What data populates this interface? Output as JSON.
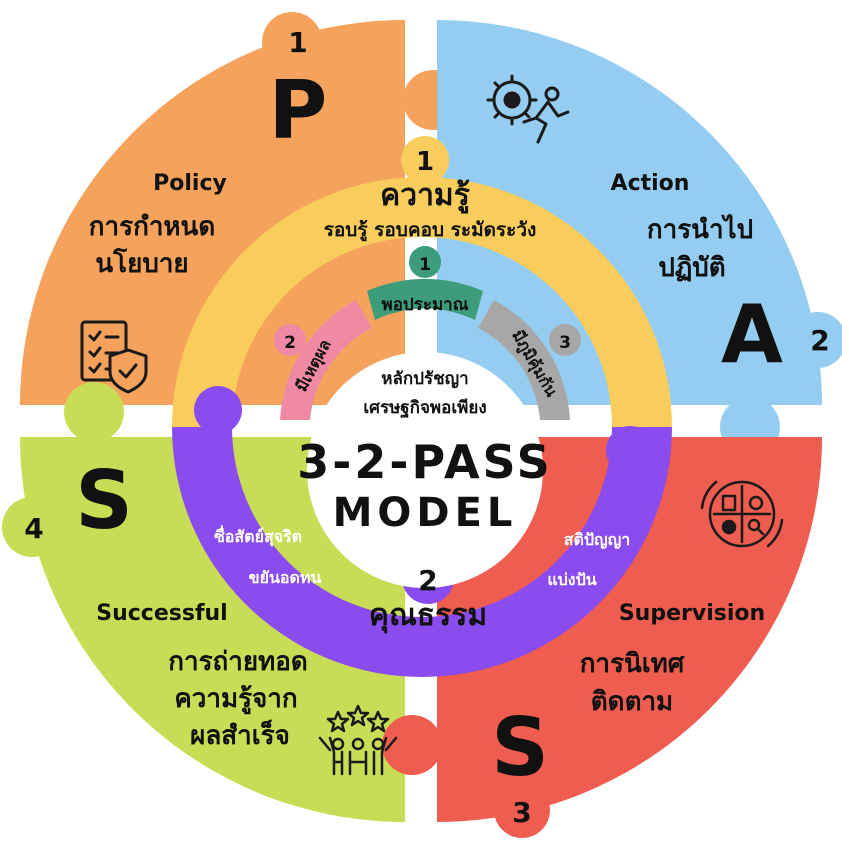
{
  "model_title": {
    "line1": "3-2-PASS",
    "line2": "MODEL"
  },
  "colors": {
    "policy": "#f5a25c",
    "action": "#94cdf1",
    "successful": "#c9dc55",
    "supervision": "#ee5d4f",
    "knowledge": "#f9cd5c",
    "virtue": "#8a4cee",
    "moderation": "#3d9d7a",
    "reasonableness": "#f08aa4",
    "immunity": "#a7a7a7",
    "center": "#ffffff"
  },
  "quadrants": {
    "policy": {
      "number": "1",
      "letter": "P",
      "title": "Policy",
      "desc1": "การกำหนด",
      "desc2": "นโยบาย",
      "icon": "checklist-shield-icon"
    },
    "action": {
      "number": "2",
      "letter": "A",
      "title": "Action",
      "desc1": "การนำไป",
      "desc2": "ปฏิบัติ",
      "icon": "gear-runner-icon"
    },
    "successful": {
      "number": "4",
      "letter": "S",
      "title": "Successful",
      "desc1": "การถ่ายทอด",
      "desc2": "ความรู้จาก",
      "desc3": "ผลสำเร็จ",
      "icon": "team-stars-icon"
    },
    "supervision": {
      "number": "3",
      "letter": "S",
      "title": "Supervision",
      "desc1": "การนิเทศ",
      "desc2": "ติดตาม",
      "icon": "process-cycle-icon"
    }
  },
  "knowledge": {
    "number": "1",
    "title": "ความรู้",
    "subtitle": "รอบรู้ รอบคอบ ระมัดระวัง"
  },
  "virtue": {
    "number": "2",
    "title": "คุณธรรม",
    "left1": "ซื่อสัตย์สุจริต",
    "left2": "ขยันอดทน",
    "right1": "สติปัญญา",
    "right2": "แบ่งปัน"
  },
  "principles": {
    "moderation": {
      "number": "1",
      "label": "พอประมาณ"
    },
    "reasonableness": {
      "number": "2",
      "label": "มีเหตุผล"
    },
    "immunity": {
      "number": "3",
      "label": "มีภูมิคุ้มกัน"
    },
    "center1": "หลักปรัชญา",
    "center2": "เศรษฐกิจพอเพียง"
  }
}
